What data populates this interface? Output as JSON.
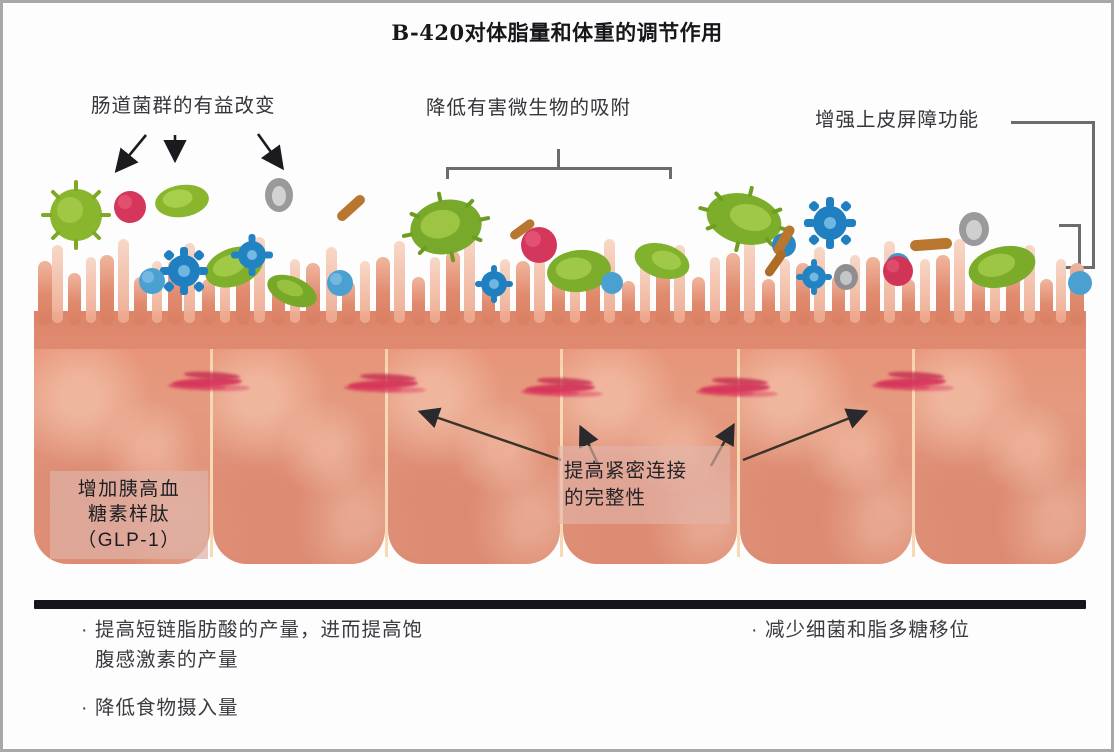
{
  "figure": {
    "title": "B-420对体脂量和体重的调节作用",
    "domain": "biomedical-illustration",
    "subject": "intestinal epithelium with gut microbiota"
  },
  "annotations": {
    "left_label": "肠道菌群的有益改变",
    "middle_label": "降低有害微生物的吸附",
    "right_label": "增强上皮屏障功能",
    "tight_junction_label_line1": "提高紧密连接",
    "tight_junction_label_line2": "的完整性",
    "glp_line1": "增加胰高血",
    "glp_line2": "糖素样肽",
    "glp_line3": "（GLP-1）"
  },
  "bullets": {
    "left": [
      {
        "marker": "·",
        "text": "提高短链脂肪酸的产量，进而提高饱\n腹感激素的产量"
      },
      {
        "marker": "·",
        "text": "降低食物摄入量"
      }
    ],
    "right": [
      {
        "marker": "·",
        "text": "减少细菌和脂多糖移位"
      }
    ]
  },
  "colors": {
    "villi": "#e08a6e",
    "microvilli_light": "#f3c3ad",
    "epithelial_cell": "#e59a7f",
    "tight_junction": "#d6335a",
    "basement_membrane": "#15161a",
    "bracket": "#6c6c70",
    "bacteria_green": "#8ab62e",
    "virus_blue": "#1f7fc0",
    "coccus_red": "#d5365c",
    "bacillus_orange": "#b8762e",
    "spore_gray": "#9a9a9c",
    "glp_box_bg": "#deb1a6",
    "frame_border": "#a8a8a8"
  },
  "structure": {
    "cell_count": 6,
    "tight_junction_count": 5,
    "arrows_to_tight_junctions": 4,
    "arrows_to_microbes": 3
  }
}
